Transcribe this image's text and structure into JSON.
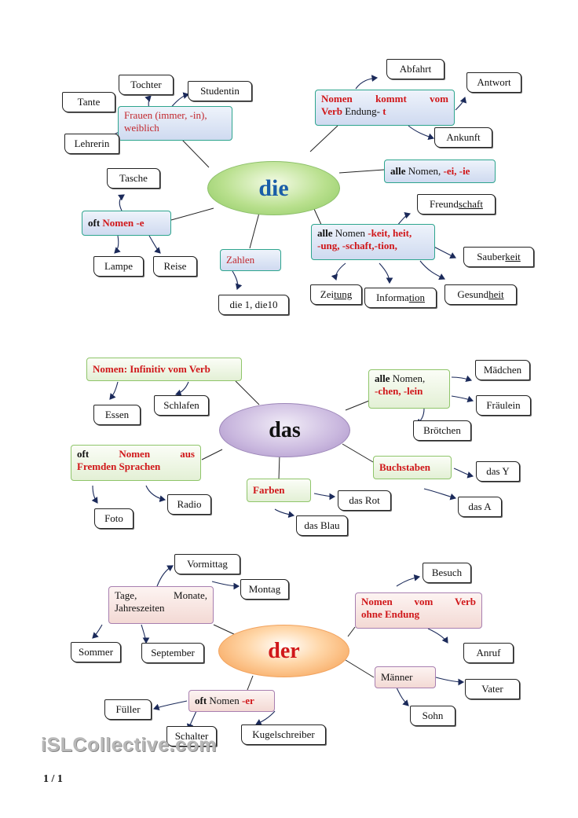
{
  "center": {
    "die": "die",
    "das": "das",
    "der": "der"
  },
  "die_rules": {
    "frauen": "Frauen (immer, -in), weiblich",
    "verb_t_a": "Nomen",
    "verb_t_b": "kommt",
    "verb_t_c": "vom",
    "verb_t_d": "Verb",
    "verb_t_e": "Endung-",
    "verb_t_f": "t",
    "ei_a": "alle",
    "ei_b": "Nomen,",
    "ei_c": "-ei, -ie",
    "e_a": "oft",
    "e_b": "Nomen -e",
    "keit_a": "alle",
    "keit_b": "Nomen",
    "keit_c": "-keit, heit,",
    "keit_d": "-ung, -schaft,-tion,",
    "zahlen": "Zahlen"
  },
  "die_words": {
    "tochter": "Tochter",
    "tante": "Tante",
    "studentin": "Studentin",
    "lehrerin": "Lehrerin",
    "abfahrt": "Abfahrt",
    "antwort": "Antwort",
    "ankunft": "Ankunft",
    "tasche": "Tasche",
    "lampe": "Lampe",
    "reise": "Reise",
    "zahlen_ex": "die 1, die10",
    "freund": "Freund",
    "schaft": "schaft",
    "sauber": "Sauber",
    "keit": "keit",
    "gesund": "Gesund",
    "heit": "heit",
    "zei": "Zei",
    "tung": "tung",
    "zei_end": "",
    "informa": "Informa",
    "tion": "tion"
  },
  "das_rules": {
    "infinitiv": "Nomen: Infinitiv vom Verb",
    "chen_a": "alle",
    "chen_b": "Nomen,",
    "chen_c": "-chen, -lein",
    "fremd_a": "oft",
    "fremd_b": "Nomen",
    "fremd_c": "aus",
    "fremd_d": "Fremden Sprachen",
    "farben": "Farben",
    "buchstaben": "Buchstaben"
  },
  "das_words": {
    "essen": "Essen",
    "schlafen": "Schlafen",
    "maedchen": "Mädchen",
    "fraeulein": "Fräulein",
    "broetchen": "Brötchen",
    "foto": "Foto",
    "radio": "Radio",
    "das_rot": "das Rot",
    "das_blau": "das Blau",
    "das_y": "das Y",
    "das_a": "das A"
  },
  "der_rules": {
    "tage_a": "Tage,",
    "tage_b": "Monate,",
    "tage_c": "Jahreszeiten",
    "verb_a": "Nomen",
    "verb_b": "vom",
    "verb_c": "Verb",
    "verb_d": "ohne Endung",
    "er_a": "oft",
    "er_b": "Nomen",
    "er_c": "-er",
    "maenner": "Männer"
  },
  "der_words": {
    "vormittag": "Vormittag",
    "montag": "Montag",
    "sommer": "Sommer",
    "september": "September",
    "besuch": "Besuch",
    "anruf": "Anruf",
    "vater": "Vater",
    "sohn": "Sohn",
    "fueller": "Füller",
    "schalter": "Schalter",
    "kugelschreiber": "Kugelschreiber"
  },
  "footer": {
    "watermark": "iSLCollective.com",
    "page": "1 / 1"
  },
  "colors": {
    "die": "#1a5ea8",
    "der": "#d0171a",
    "rule_red": "#d0171a"
  }
}
